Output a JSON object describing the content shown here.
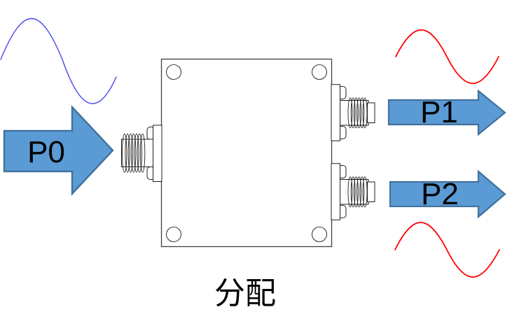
{
  "diagram": {
    "caption": "分配",
    "input": {
      "label": "P0"
    },
    "outputs": [
      {
        "label": "P1"
      },
      {
        "label": "P2"
      }
    ],
    "colors": {
      "arrow_fill": "#5B9BD5",
      "arrow_stroke": "#41719C",
      "input_wave": "#4646EE",
      "output_wave": "#FF0000",
      "device_outline": "#3F3F3F",
      "connector_outline": "#1F1F1F",
      "label_text": "#000000"
    }
  }
}
